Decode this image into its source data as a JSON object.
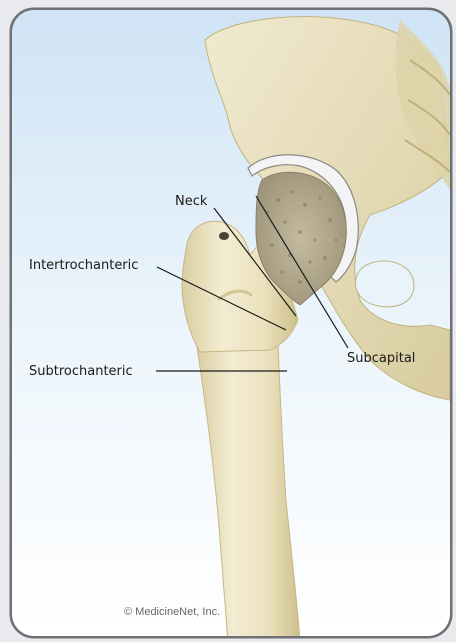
{
  "labels": {
    "neck": "Neck",
    "intertrochanteric": "Intertrochanteric",
    "subtrochanteric": "Subtrochanteric",
    "subcapital": "Subcapital"
  },
  "credit": "© MedicineNet, Inc.",
  "colors": {
    "frame_border": "#6f7073",
    "sky_top": "#d3e7f6",
    "sky_bottom": "#ffffff",
    "bone": "#efe6c4",
    "bone_shade": "#d6c99a",
    "cartilage": "#f4f4f6",
    "cancellous": "#b4ab8f",
    "leader_line": "#1a1a1a"
  }
}
